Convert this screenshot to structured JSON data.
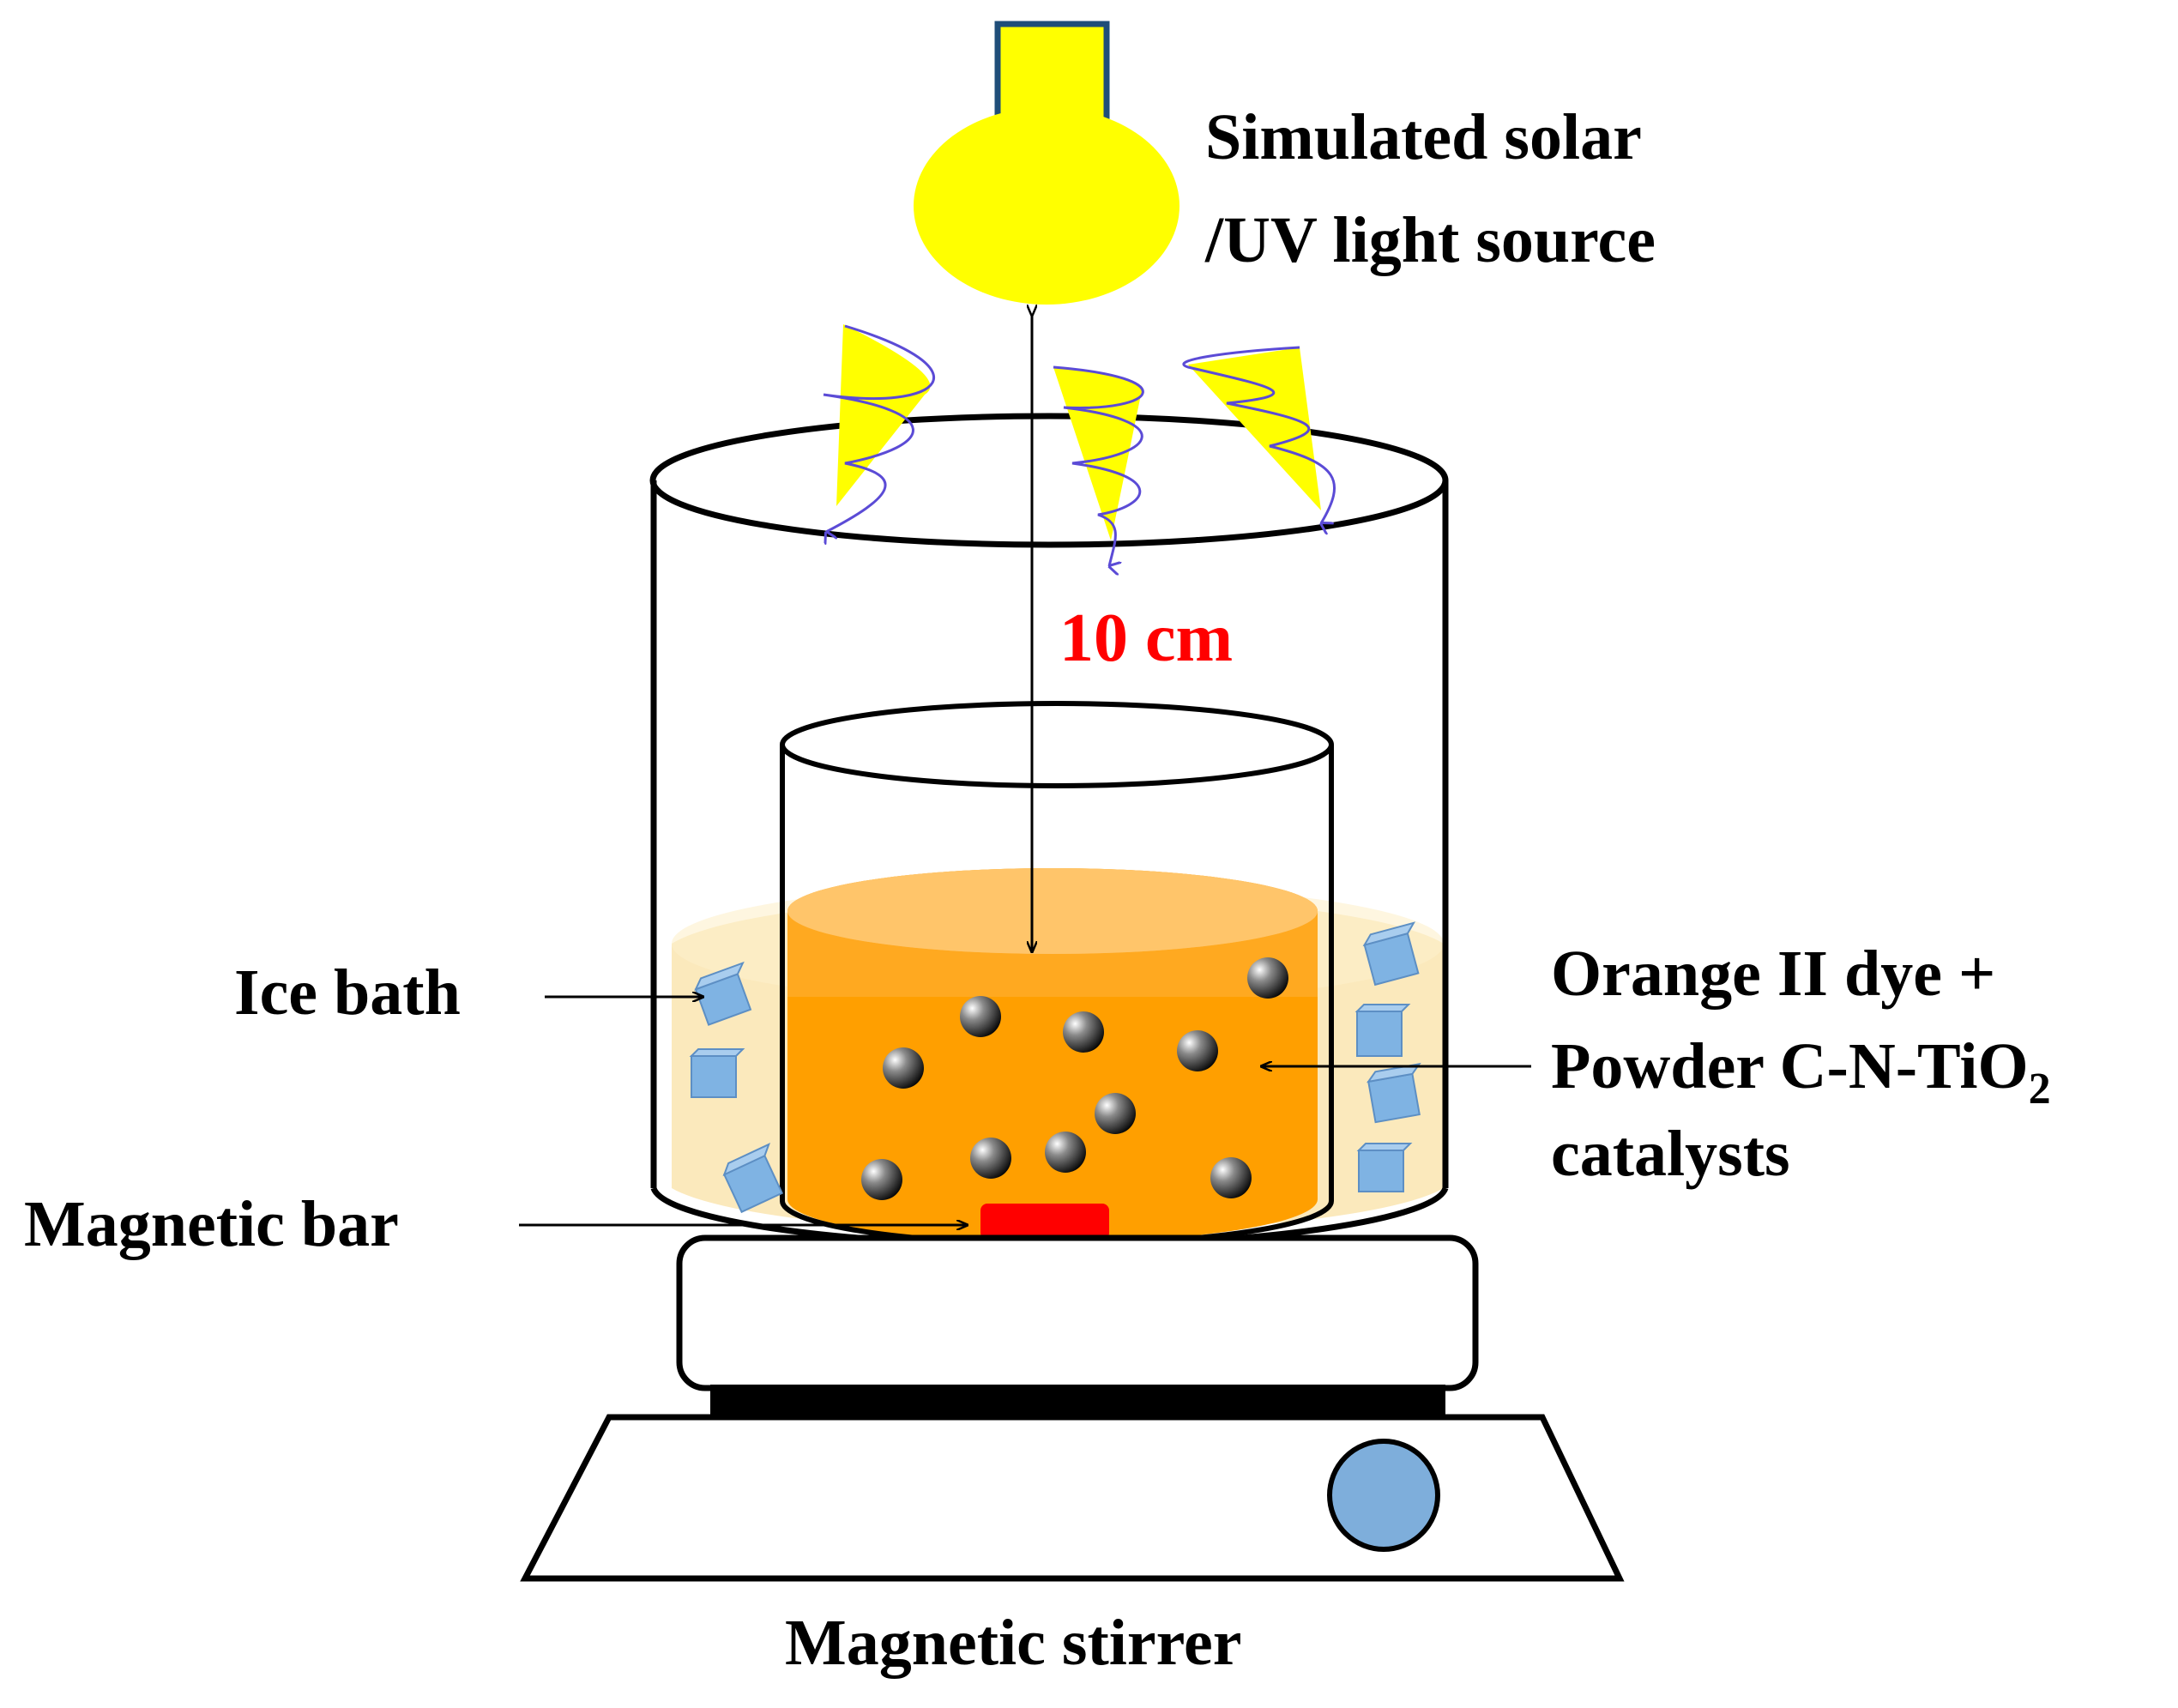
{
  "labels": {
    "light_source_line1": "Simulated solar",
    "light_source_line2": "/UV  light source",
    "distance": "10 cm",
    "ice_bath": "Ice bath",
    "dye_line1": "Orange II dye +",
    "dye_line2_prefix": "Powder  C-N-TiO",
    "dye_line2_subscript": "2",
    "dye_line3": "catalysts",
    "magnetic_bar": "Magnetic bar",
    "magnetic_stirrer": "Magnetic stirrer"
  },
  "colors": {
    "lamp": "#ffff00",
    "lamp_socket_outline": "#1f4e79",
    "light_ray_fill": "#ffff00",
    "light_ray_wave": "#5b4bd6",
    "ice_bath_fill": "#fbe7b5",
    "dye_fill": "#ff9f00",
    "dye_surface": "#ffc56a",
    "ice_cube": "#7fb3e3",
    "magnetic_bar": "#ff0000",
    "stirrer_knob": "#7eaedb",
    "distance_label": "#ff0000",
    "outline": "#000000"
  }
}
